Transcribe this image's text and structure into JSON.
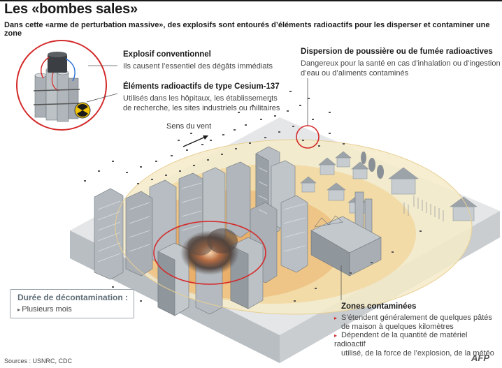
{
  "header": {
    "title": "Les «bombes sales»",
    "subtitle": "Dans cette «arme de perturbation massive», des explosifs sont entourés d’éléments radioactifs pour les disperser et contaminer une zone"
  },
  "callouts": {
    "explosive": {
      "title": "Explosif conventionnel",
      "text": "Ils causent l’essentiel des dégâts immédiats"
    },
    "radioactive": {
      "title": "Éléments radioactifs de type Cesium-137",
      "line1": "Utilisés dans les hôpitaux, les établissements",
      "line2": "de recherche, les sites industriels ou militaires"
    },
    "dispersion": {
      "title": "Dispersion de poussière ou de fumée radioactives",
      "line1": "Dangereux pour la santé en cas d’inhalation ou d’ingestion",
      "line2": "d’eau ou d’aliments contaminés"
    },
    "wind": "Sens du vent"
  },
  "decontamination": {
    "title": "Durée de décontamination :",
    "item": "Plusieurs mois"
  },
  "zones": {
    "title": "Zones contaminées",
    "items": [
      {
        "line1": "S’étendent généralement de quelques pâtés",
        "line2": "de maison à quelques kilomètres"
      },
      {
        "line1": "Dépendent de la quantité de matériel radioactif",
        "line2": "utilisé, de la force de l’explosion, de la météo"
      }
    ]
  },
  "footer": {
    "sources": "Sources : USNRC, CDC",
    "logo": "AFP"
  },
  "colors": {
    "title": "#1a1a1a",
    "accent_red": "#d42a2a",
    "contamination_outer": "#f2e3b8",
    "contamination_mid": "#efcf8e",
    "contamination_inner": "#e7a55f",
    "ground": "#d9dcdf",
    "building": "#aab1b7"
  },
  "icons": [
    "dirty-bomb-icon",
    "radiation-icon",
    "wind-arrow-icon",
    "callout-circle-icon",
    "afp-logo"
  ]
}
